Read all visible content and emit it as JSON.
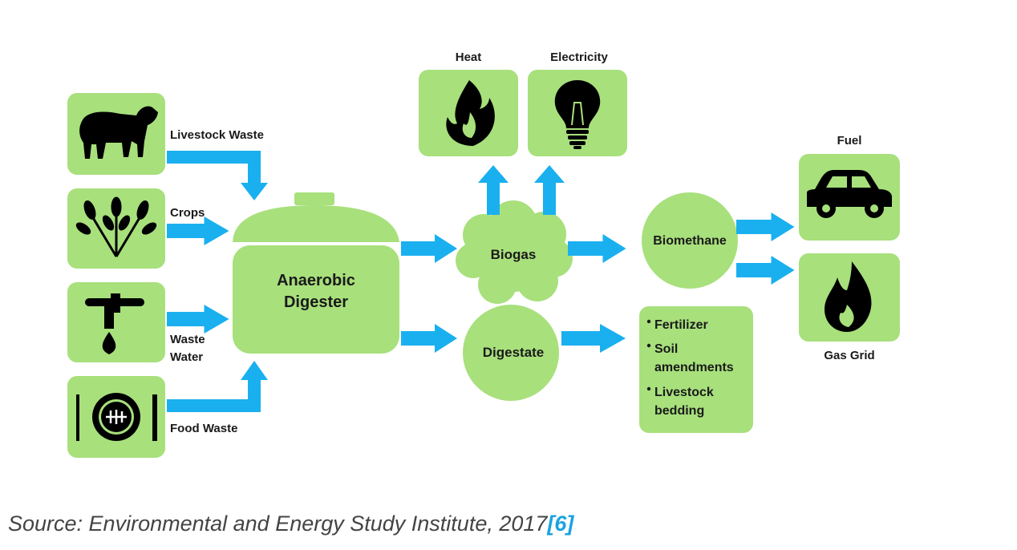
{
  "colors": {
    "box": "#a8e07c",
    "arrow": "#1ab0ef",
    "icon": "#000000",
    "text": "#1a1a1a"
  },
  "inputs": {
    "livestock": {
      "label": "Livestock Waste",
      "icon": "cow-icon"
    },
    "crops": {
      "label": "Crops",
      "icon": "wheat-icon"
    },
    "waste_water": {
      "label_line1": "Waste",
      "label_line2": "Water",
      "icon": "faucet-icon"
    },
    "food_waste": {
      "label": "Food Waste",
      "icon": "plate-fishbone-icon"
    }
  },
  "digester": {
    "line1": "Anaerobic",
    "line2": "Digester"
  },
  "biogas": {
    "label": "Biogas"
  },
  "digestate": {
    "label": "Digestate"
  },
  "outputs": {
    "heat": {
      "label": "Heat",
      "icon": "flame-icon"
    },
    "electricity": {
      "label": "Electricity",
      "icon": "lightbulb-icon"
    },
    "biomethane": {
      "label": "Biomethane"
    },
    "fuel": {
      "label": "Fuel",
      "icon": "car-icon"
    },
    "gas_grid": {
      "label": "Gas Grid",
      "icon": "gas-flame-icon"
    }
  },
  "digestate_uses": {
    "item1": "Fertilizer",
    "item2_line1": "Soil",
    "item2_line2": "amendments",
    "item3_line1": "Livestock",
    "item3_line2": "bedding"
  },
  "caption": {
    "text": "Source: Environmental and Energy Study Institute, 2017",
    "ref": "[6]"
  }
}
